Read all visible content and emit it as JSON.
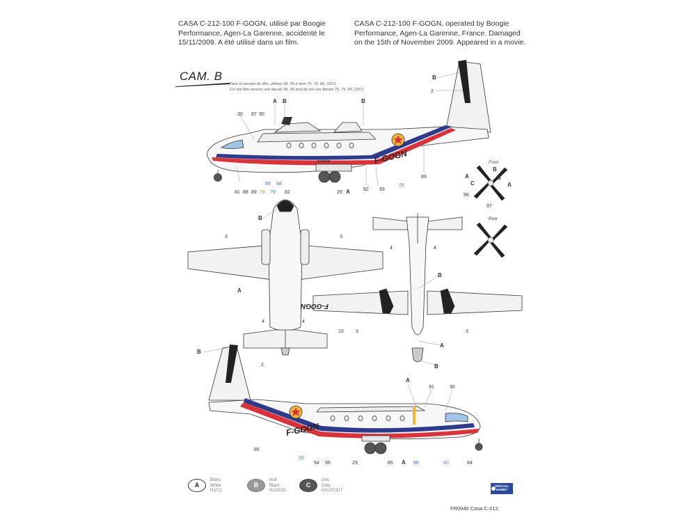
{
  "header": {
    "fr_lines": [
      "CASA C-212-100 F-GOGN, utilisé par Boogie",
      "Performance, Agen-La Garenne, accidenté le",
      "15/11/2009. A été utilisé dans un film."
    ],
    "en_lines": [
      "CASA C-212-100 F-GOGN, operated by Boogie",
      "Performance, Agen-La Garenne, France. Damaged",
      "on the 15th of November 2009. Appeared in a movie."
    ]
  },
  "scheme": {
    "title": "CAM. B"
  },
  "notes": {
    "fr": "Pour la version du film, utilisez 96, 99 à mon 75, 79, 80, (297).",
    "en": "For the film version use decals 96, 99 and do not use decals 75, 79, 80, (297)."
  },
  "registration": "F-GOGN",
  "propeller": {
    "front_label": "Front",
    "rear_label": "Rear"
  },
  "callouts": {
    "side_top": [
      "A",
      "B",
      "B",
      "B",
      "2",
      "30",
      "87",
      "90",
      "81",
      "88",
      "89",
      "78",
      "79",
      "82",
      "29",
      "A",
      "92",
      "93",
      "28",
      "83",
      "99",
      "98"
    ],
    "plan": [
      "B",
      "3",
      "3",
      "A",
      "4",
      "4",
      "4",
      "4",
      "B",
      "A",
      "B",
      "10",
      "3",
      "3"
    ],
    "side_bottom": [
      "B",
      "2",
      "A",
      "91",
      "30",
      "85",
      "20",
      "94",
      "95",
      "29",
      "85",
      "A",
      "98",
      "80",
      "84"
    ],
    "prop": [
      "B",
      "A",
      "C",
      "B",
      "A",
      "96",
      "97"
    ]
  },
  "legend": [
    {
      "key": "A",
      "lines": [
        "Blanc",
        "White",
        "H1/C1"
      ]
    },
    {
      "key": "B",
      "lines": [
        "Noir",
        "Black",
        "H12/C33"
      ]
    },
    {
      "key": "C",
      "lines": [
        "Gris",
        "Grey",
        "H317/C317"
      ]
    }
  ],
  "footer": "FR0040 Casa C-212",
  "logo": [
    "SPECIAL",
    "HOBBY"
  ],
  "colors": {
    "stripe_red": "#d8333a",
    "stripe_blue": "#2e3a8c",
    "outline": "#333333",
    "cockpit": "#9fc4e4"
  }
}
